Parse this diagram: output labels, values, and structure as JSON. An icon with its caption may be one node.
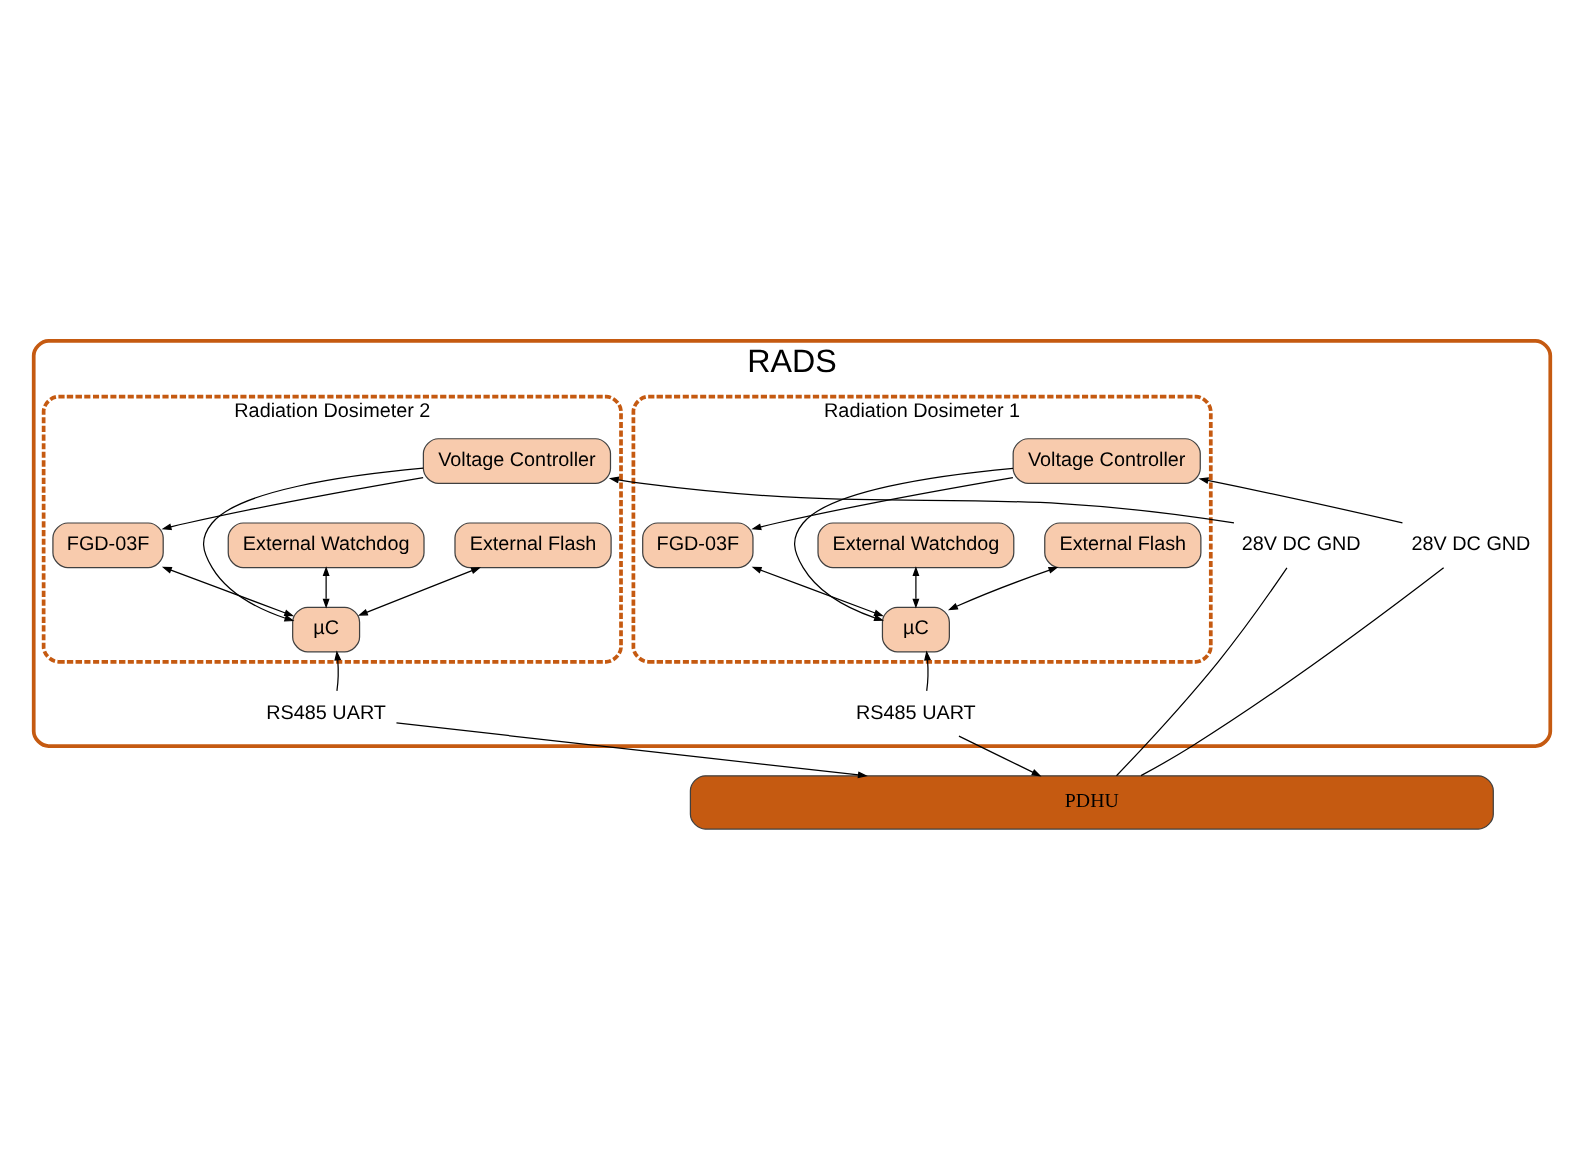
{
  "diagram": {
    "nodes": [
      {
        "text": [
          "RADS"
        ]
      },
      {
        "text": [
          "Radiation Dosimeter 1"
        ],
        "in": 0
      },
      {
        "text": [
          "External Flash"
        ],
        "in": 1
      },
      {
        "text": [
          "External Watchdog"
        ],
        "in": 1
      },
      {
        "text": [
          "FGD-03F"
        ],
        "in": 1
      },
      {
        "text": [
          "Voltage Controller"
        ],
        "in": 1
      },
      {
        "text": [
          "µC"
        ],
        "in": 1
      },
      {
        "text": [
          "28V DC GND"
        ],
        "in": 0
      },
      {
        "text": [
          "RS485 UART"
        ],
        "in": 0
      },
      {
        "text": [
          "Radiation Dosimeter 2"
        ],
        "in": 0
      },
      {
        "text": [
          "External Flash"
        ],
        "in": 9
      },
      {
        "text": [
          "External Watchdog"
        ],
        "in": 9
      },
      {
        "text": [
          "FGD-03F"
        ],
        "in": 9
      },
      {
        "text": [
          "Voltage Controller"
        ],
        "in": 9
      },
      {
        "text": [
          "µC"
        ],
        "in": 9
      },
      {
        "text": [
          "28V DC GND"
        ],
        "in": 0
      },
      {
        "text": [
          "RS485 UART"
        ],
        "in": 0
      },
      {
        "text": [
          "PDHU"
        ]
      }
    ],
    "edges": [
      {
        "from": 2,
        "to": 6,
        "arrow": "both"
      },
      {
        "from": 3,
        "to": 6,
        "arrow": "both"
      },
      {
        "from": 4,
        "to": 6,
        "arrow": "both"
      },
      {
        "from": 5,
        "to": 4,
        "arrow": "to"
      },
      {
        "from": 5,
        "to": 6,
        "arrow": "to"
      },
      {
        "from": 7,
        "to": 5,
        "arrow": "to"
      },
      {
        "from": 8,
        "to": 6,
        "arrow": "to"
      },
      {
        "from": 7,
        "to": 17,
        "arrow": "none"
      },
      {
        "from": 8,
        "to": 17,
        "arrow": "to"
      },
      {
        "from": 10,
        "to": 14,
        "arrow": "both"
      },
      {
        "from": 11,
        "to": 14,
        "arrow": "both"
      },
      {
        "from": 12,
        "to": 14,
        "arrow": "both"
      },
      {
        "from": 13,
        "to": 12,
        "arrow": "to"
      },
      {
        "from": 13,
        "to": 14,
        "arrow": "to"
      },
      {
        "from": 15,
        "to": 13,
        "arrow": "to"
      },
      {
        "from": 16,
        "to": 14,
        "arrow": "to"
      },
      {
        "from": 15,
        "to": 17,
        "arrow": "none"
      },
      {
        "from": 16,
        "to": 17,
        "arrow": "to"
      }
    ]
  }
}
